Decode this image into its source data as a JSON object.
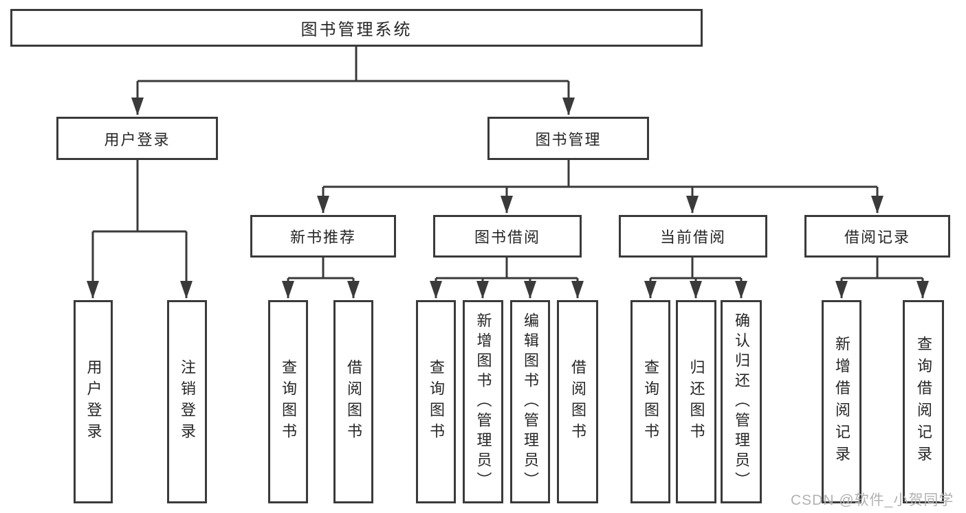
{
  "diagram": {
    "root": {
      "label": "图书管理系统"
    },
    "level2": [
      {
        "label": "用户登录"
      },
      {
        "label": "图书管理"
      }
    ],
    "level3": [
      {
        "label": "新书推荐"
      },
      {
        "label": "图书借阅"
      },
      {
        "label": "当前借阅"
      },
      {
        "label": "借阅记录"
      }
    ],
    "leaves": {
      "user_login": [
        {
          "label": "用户登录"
        },
        {
          "label": "注销登录"
        }
      ],
      "new_book": [
        {
          "label": "查询图书"
        },
        {
          "label": "借阅图书"
        }
      ],
      "book_borrow": [
        {
          "label": "查询图书"
        },
        {
          "label": "新增图书（管理员）"
        },
        {
          "label": "编辑图书（管理员）"
        },
        {
          "label": "借阅图书"
        }
      ],
      "current_borrow": [
        {
          "label": "查询图书"
        },
        {
          "label": "归还图书"
        },
        {
          "label": "确认归还（管理员）"
        }
      ],
      "borrow_record": [
        {
          "label": "新增借阅记录"
        },
        {
          "label": "查询借阅记录"
        }
      ]
    },
    "watermark": "CSDN @软件_小贺同学",
    "colors": {
      "line": "#3a3a3a",
      "text": "#262626",
      "box_fill": "#ffffff",
      "background": "#ffffff",
      "watermark": "#b2b2b2"
    }
  }
}
